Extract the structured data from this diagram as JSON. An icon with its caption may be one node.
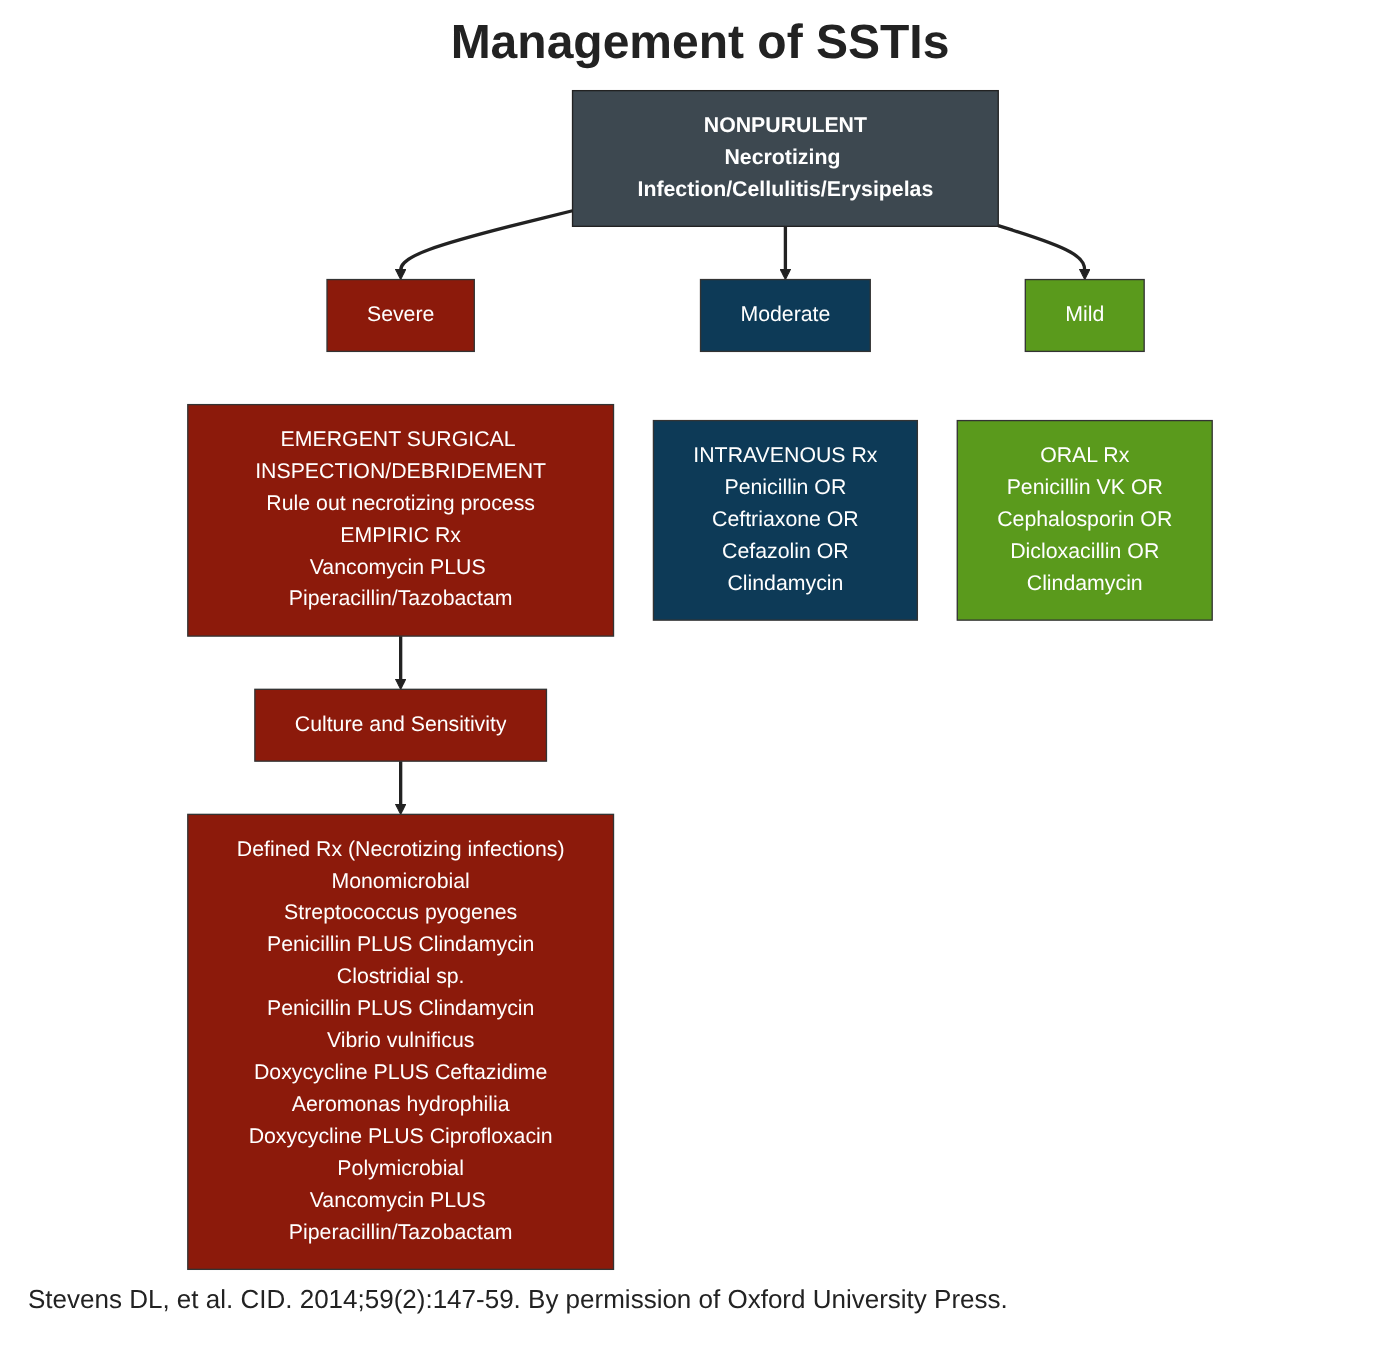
{
  "diagram": {
    "title": "Management of SSTIs",
    "caption": "Stevens DL, et al. CID. 2014;59(2):147-59. By permission of Oxford University Press.",
    "nodes": [
      {
        "text": [
          "NONPURULENT",
          "Necrotizing Infection/Cellulitis/Erysipelas"
        ]
      },
      {
        "text": [
          "Severe"
        ]
      },
      {
        "text": [
          "Moderate"
        ]
      },
      {
        "text": [
          "Mild"
        ]
      },
      {
        "text": [
          "EMERGENT SURGICAL INSPECTION/DEBRIDEMENT",
          "Rule out necrotizing process",
          "EMPIRIC Rx",
          "Vancomycin PLUS Piperacillin/Tazobactam"
        ]
      },
      {
        "text": [
          "INTRAVENOUS Rx",
          "Penicillin OR",
          "Ceftriaxone OR",
          "Cefazolin OR",
          "Clindamycin"
        ]
      },
      {
        "text": [
          "ORAL Rx",
          "Penicillin VK OR",
          "Cephalosporin OR",
          "Dicloxacillin OR",
          "Clindamycin"
        ]
      },
      {
        "text": [
          "Culture and Sensitivity"
        ]
      },
      {
        "text": [
          "Defined Rx (Necrotizing infections)",
          "Monomicrobial",
          "Streptococcus pyogenes",
          "Penicillin PLUS Clindamycin",
          "Clostridial sp.",
          "Penicillin PLUS Clindamycin",
          "Vibrio vulnificus",
          "Doxycycline PLUS Ceftazidime",
          "Aeromonas hydrophilia",
          "Doxycycline PLUS Ciprofloxacin",
          "Polymicrobial",
          "Vancomycin PLUS Piperacillin/Tazobactam"
        ]
      }
    ],
    "edges": [
      {
        "from": 0,
        "to": 1,
        "arrow": "to"
      },
      {
        "from": 0,
        "to": 2,
        "arrow": "to"
      },
      {
        "from": 0,
        "to": 3,
        "arrow": "to"
      },
      {
        "from": 4,
        "to": 7,
        "arrow": "to"
      },
      {
        "from": 7,
        "to": 8,
        "arrow": "to"
      }
    ]
  }
}
